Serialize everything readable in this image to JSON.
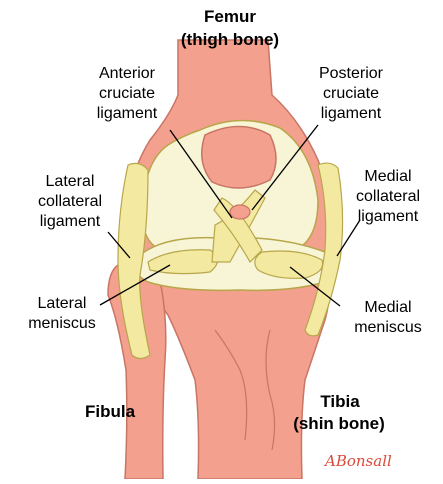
{
  "labels": {
    "femur": "Femur",
    "femur_sub": "(thigh bone)",
    "anterior_cruciate": [
      "Anterior",
      "cruciate",
      "ligament"
    ],
    "posterior_cruciate": [
      "Posterior",
      "cruciate",
      "ligament"
    ],
    "lateral_collateral": [
      "Lateral",
      "collateral",
      "ligament"
    ],
    "medial_collateral": [
      "Medial",
      "collateral",
      "ligament"
    ],
    "lateral_meniscus": [
      "Lateral",
      "meniscus"
    ],
    "medial_meniscus": [
      "Medial",
      "meniscus"
    ],
    "fibula": "Fibula",
    "tibia": "Tibia",
    "tibia_sub": "(shin bone)"
  },
  "signature": "ABonsall",
  "colors": {
    "bone": "#f4a08e",
    "bone_outline": "#c97565",
    "cartilage": "#f7f5d6",
    "ligament": "#f3e9a0",
    "ligament_outline": "#b8a64a",
    "signature": "#d94b3b"
  }
}
